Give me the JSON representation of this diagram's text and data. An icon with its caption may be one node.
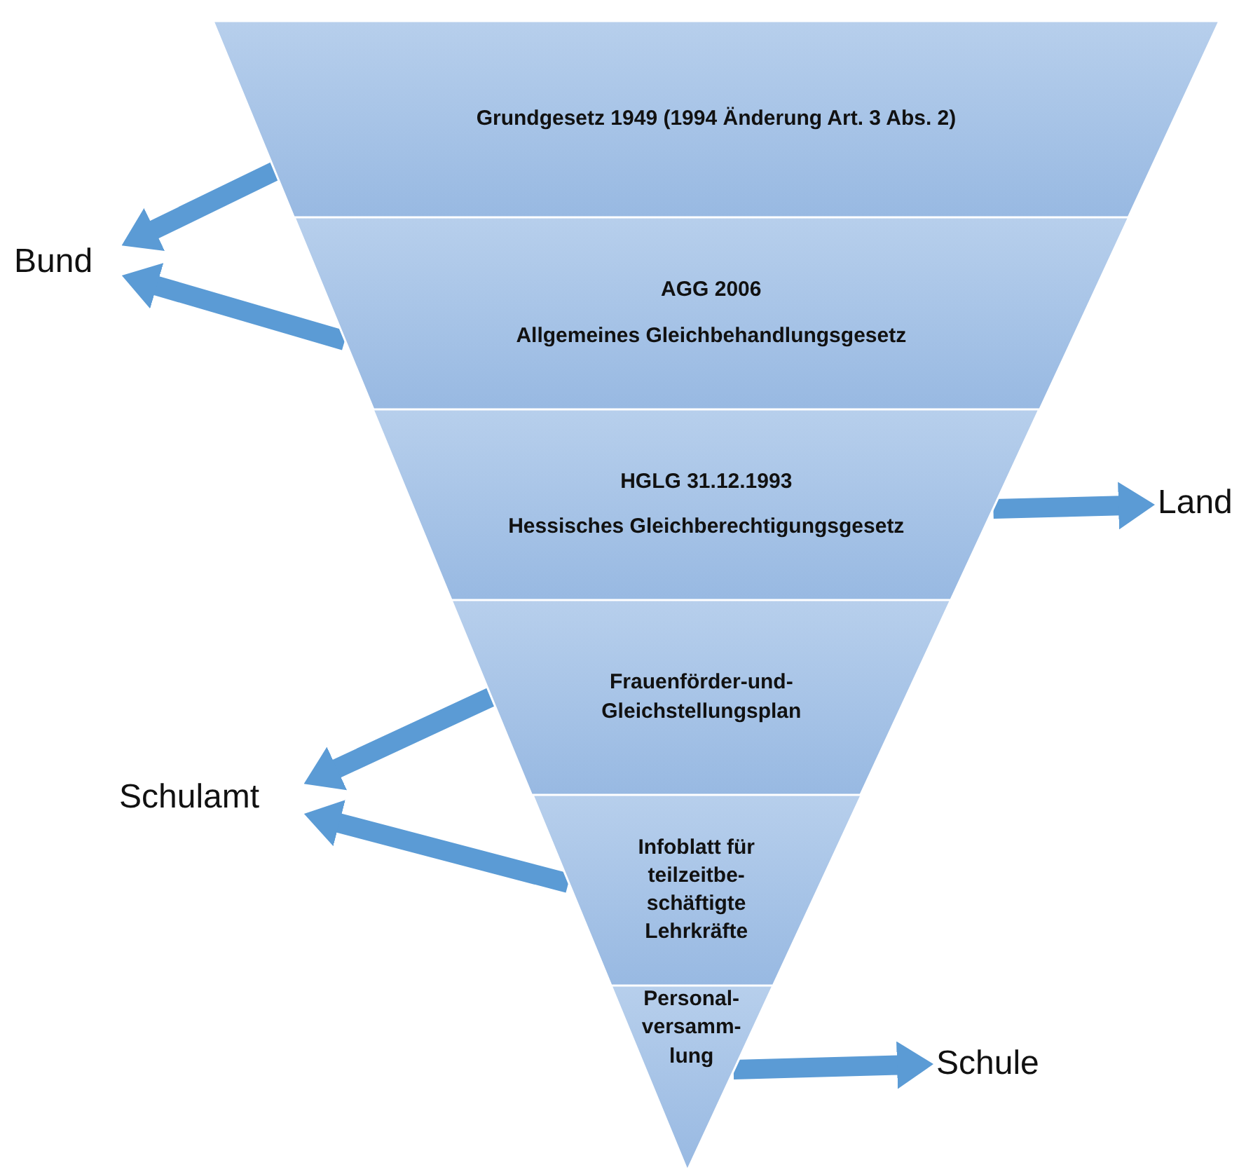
{
  "diagram": {
    "nodes": [
      {
        "text": [
          "Grundgesetz 1949 (1994 Änderung Art. 3 Abs. 2)"
        ]
      },
      {
        "text": [
          "AGG 2006",
          "Allgemeines Gleichbehandlungsgesetz"
        ]
      },
      {
        "text": [
          "HGLG 31.12.1993",
          "Hessisches Gleichberechtigungsgesetz"
        ]
      },
      {
        "text": [
          "Frauenförder-und- Gleichstellungsplan"
        ]
      },
      {
        "text": [
          "Infoblatt für teilzeitbe- schäftigte Lehrkräfte"
        ]
      },
      {
        "text": [
          "Personal- versamm- lung"
        ]
      },
      {
        "text": [
          "Bund"
        ]
      },
      {
        "text": [
          "Land"
        ]
      },
      {
        "text": [
          "Schulamt"
        ]
      },
      {
        "text": [
          "Schule"
        ]
      }
    ],
    "edges": [
      {
        "from": 0,
        "to": 6,
        "arrow": "to"
      },
      {
        "from": 1,
        "to": 6,
        "arrow": "to"
      },
      {
        "from": 2,
        "to": 7,
        "arrow": "to"
      },
      {
        "from": 3,
        "to": 8,
        "arrow": "to"
      },
      {
        "from": 4,
        "to": 8,
        "arrow": "to"
      },
      {
        "from": 5,
        "to": 9,
        "arrow": "to"
      }
    ]
  }
}
